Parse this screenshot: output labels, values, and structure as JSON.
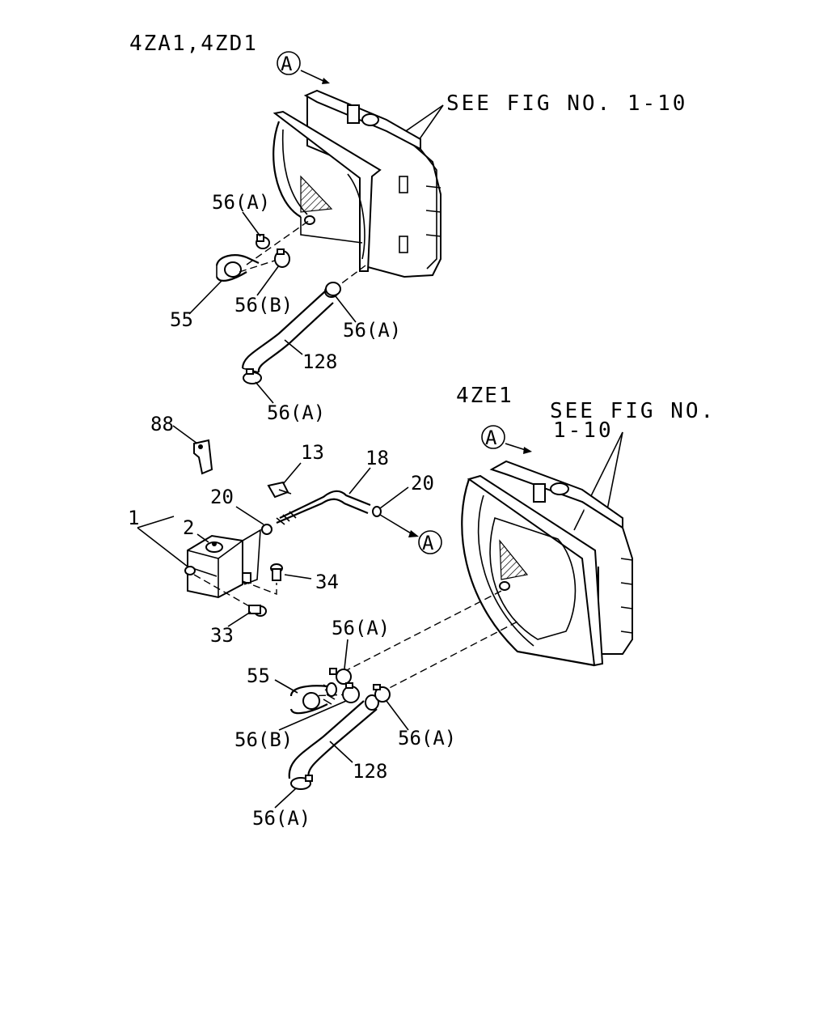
{
  "variants": {
    "top": "4ZA1,4ZD1",
    "bottom": "4ZE1"
  },
  "references": {
    "top_see_fig": "SEE FIG NO. 1-10",
    "bottom_see_fig_line1": "SEE FIG NO.",
    "bottom_see_fig_line2": "1-10",
    "circle_marker": "A"
  },
  "callouts": {
    "top": {
      "clamp_a_upper": "56(A)",
      "hose_55": "55",
      "clamp_b": "56(B)",
      "clamp_a_right": "56(A)",
      "hose_128": "128",
      "clamp_a_lower": "56(A)"
    },
    "reserve_tank": {
      "bracket_88": "88",
      "clip_13": "13",
      "hose_18": "18",
      "clamp_20_right": "20",
      "clamp_20_left": "20",
      "tank_1": "1",
      "cap_2": "2",
      "bolt_34": "34",
      "bolt_33": "33"
    },
    "bottom": {
      "clamp_a_upper": "56(A)",
      "hose_55": "55",
      "clamp_b": "56(B)",
      "clamp_a_right": "56(A)",
      "hose_128": "128",
      "clamp_a_lower": "56(A)"
    }
  }
}
